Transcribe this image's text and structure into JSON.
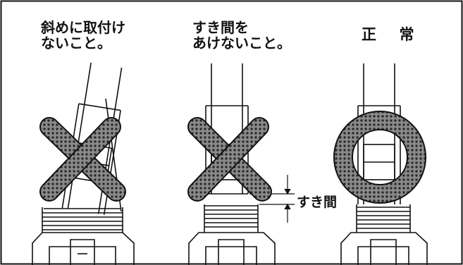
{
  "panels": [
    {
      "status": "incorrect",
      "caption_lines": [
        "斜めに取付け",
        "ないこと。"
      ]
    },
    {
      "status": "incorrect",
      "caption_lines": [
        "すき間を",
        "あけないこと。"
      ]
    },
    {
      "status": "correct",
      "caption_lines": [
        "正 常"
      ]
    }
  ],
  "annotations": {
    "gap_label": "すき間"
  },
  "colors": {
    "line": "#111111",
    "mark_fill": "#7f7f7f",
    "background": "#ffffff"
  }
}
